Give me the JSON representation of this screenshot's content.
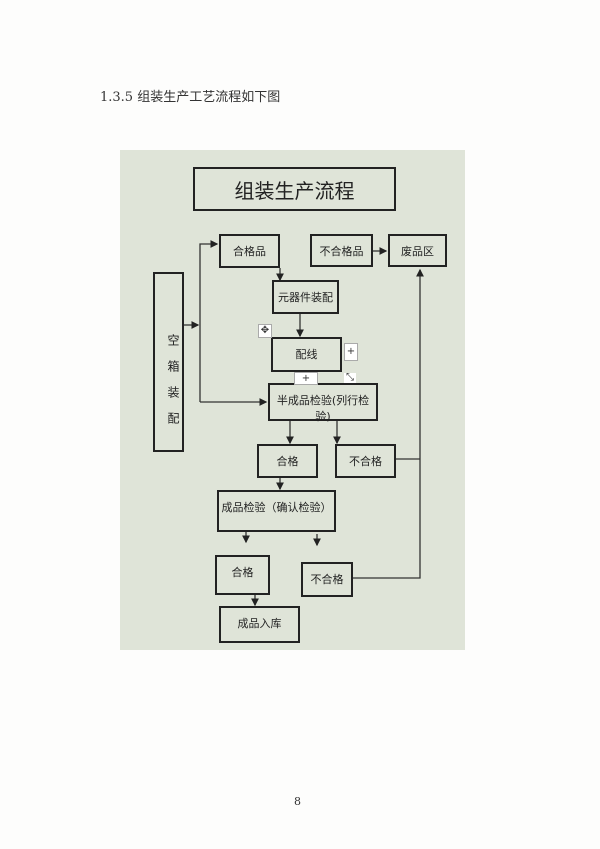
{
  "heading": "1.3.5 组装生产工艺流程如下图",
  "page_number": "8",
  "flowchart": {
    "title": "组装生产流程",
    "nodes": {
      "qualified_parts": "合格品",
      "unqualified_parts": "不合格品",
      "scrap_area": "废品区",
      "empty_box_assembly": "空箱装配",
      "component_assembly": "元器件装配",
      "wiring": "配线",
      "semi_inspection": "半成品检验(列行检验)",
      "semi_pass": "合格",
      "semi_fail": "不合格",
      "final_inspection": "成品检验（确认检验）",
      "final_pass": "合格",
      "final_fail": "不合格",
      "warehouse": "成品入库"
    },
    "handles": {
      "plus": "+",
      "move": "✥",
      "resize": "⤡"
    }
  }
}
